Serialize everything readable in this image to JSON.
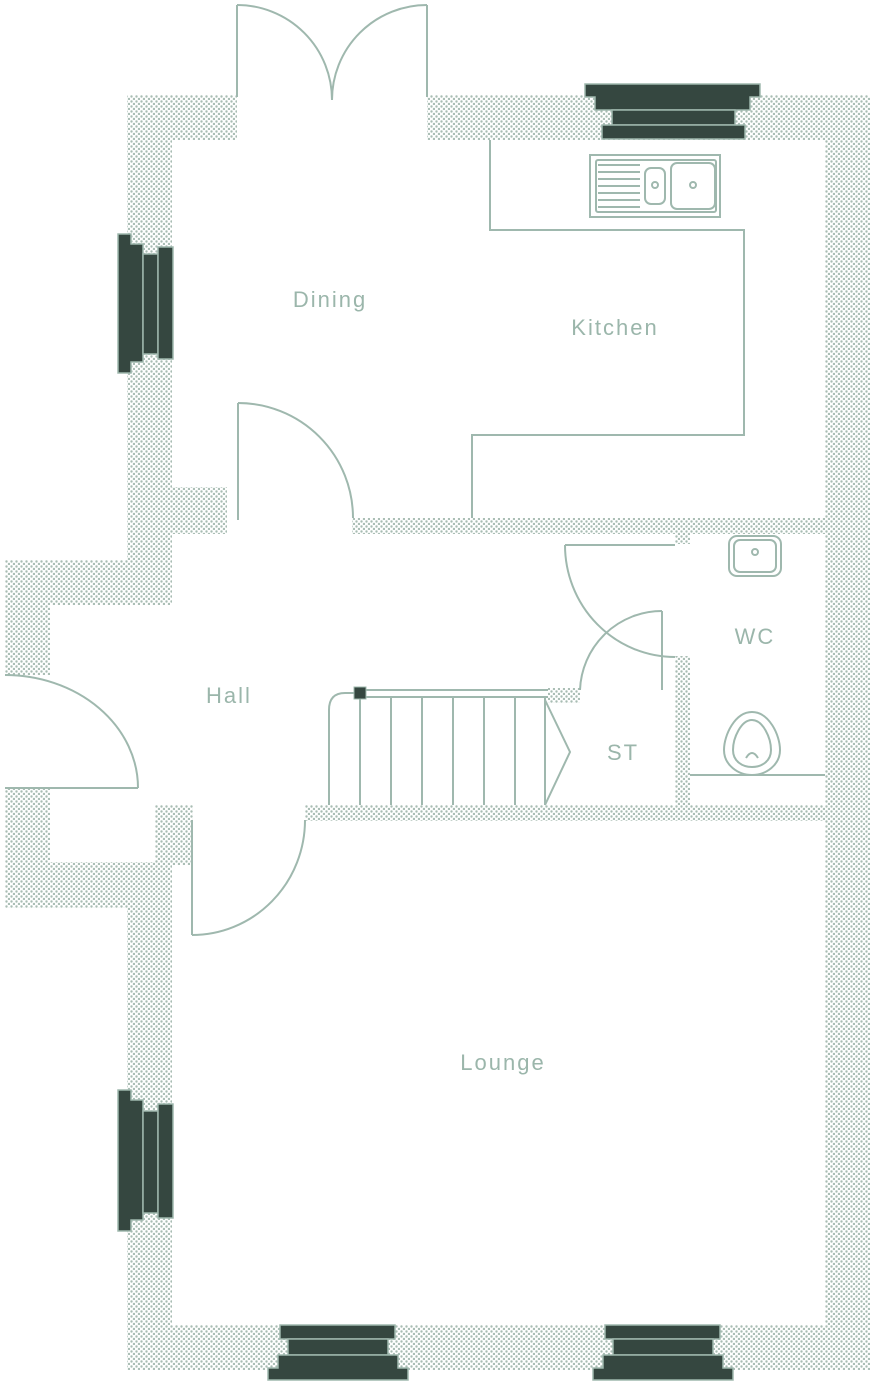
{
  "rooms": {
    "dining": "Dining",
    "kitchen": "Kitchen",
    "hall": "Hall",
    "wc": "WC",
    "st": "ST",
    "lounge": "Lounge"
  },
  "colors": {
    "wall_fill": "#a9bdb4",
    "line": "#9fb8ae",
    "window": "#354740",
    "label": "#9bb6ab",
    "background": "#ffffff"
  },
  "icons": [
    "double-door-icon",
    "window-icon",
    "sink-icon",
    "door-swing-icon",
    "staircase-icon",
    "basin-icon",
    "toilet-icon"
  ]
}
